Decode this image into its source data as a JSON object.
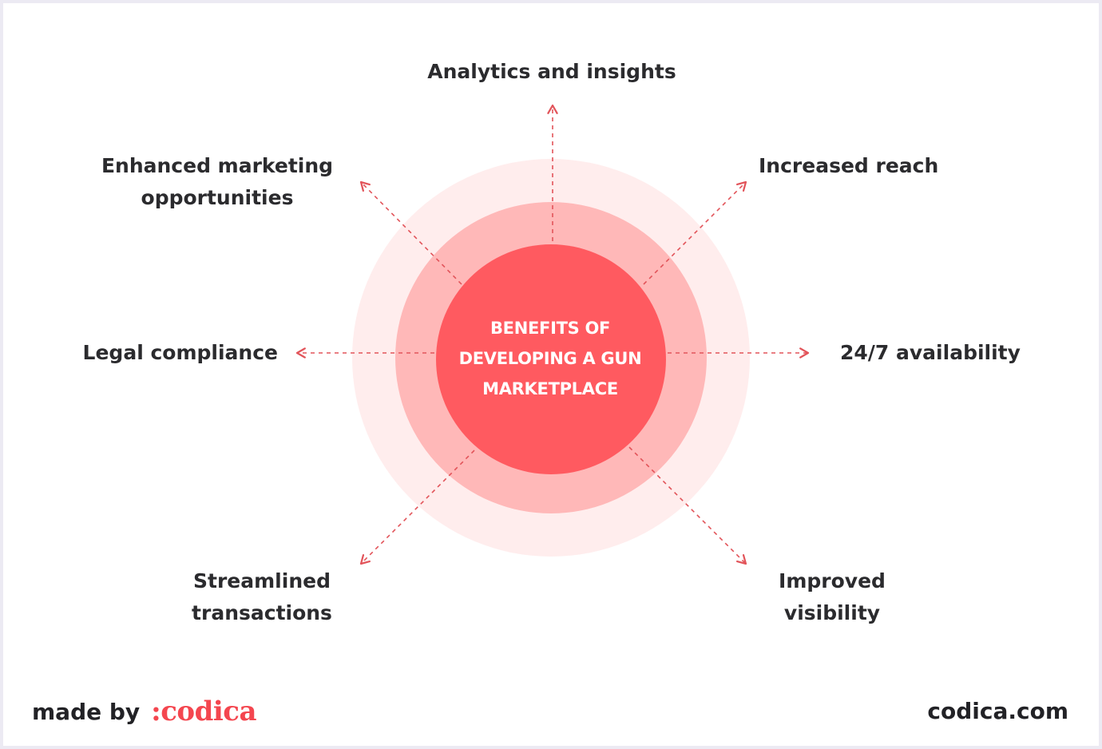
{
  "diagram": {
    "center_title": [
      "BENEFITS OF",
      "DEVELOPING A GUN",
      "MARKETPLACE"
    ],
    "benefits": [
      {
        "id": "top",
        "lines": [
          "Analytics and insights"
        ]
      },
      {
        "id": "top-right",
        "lines": [
          "Increased reach"
        ]
      },
      {
        "id": "right",
        "lines": [
          "24/7 availability"
        ]
      },
      {
        "id": "bottom-right",
        "lines": [
          "Improved",
          "visibility"
        ]
      },
      {
        "id": "bottom-left",
        "lines": [
          "Streamlined",
          "transactions"
        ]
      },
      {
        "id": "left",
        "lines": [
          "Legal compliance"
        ]
      },
      {
        "id": "top-left",
        "lines": [
          "Enhanced marketing",
          "opportunities"
        ]
      }
    ],
    "colors": {
      "outer_ring": "#FFEDED",
      "middle_ring": "#FFB8B8",
      "core": "#FF5A60",
      "arrow": "#E2545A",
      "text": "#2B2B2E",
      "brand": "#F4464F"
    }
  },
  "footer": {
    "made_by": "made by",
    "brand": ":codica",
    "site": "codica.com"
  }
}
